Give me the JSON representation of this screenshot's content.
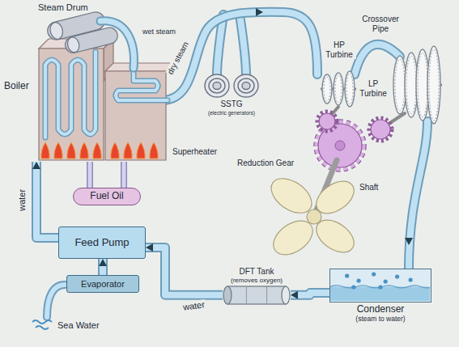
{
  "diagram": {
    "nodes": [
      {
        "text": [
          "Boiler"
        ]
      },
      {
        "text": [
          "Fuel Oil"
        ]
      },
      {
        "text": [
          "Feed Pump"
        ]
      },
      {
        "text": [
          "Evaporator"
        ]
      },
      {
        "text": [
          "DFT Tank",
          "(removes oxygen)"
        ]
      },
      {
        "text": [
          "Condenser",
          "(steam to water)"
        ]
      }
    ],
    "edges": [
      {
        "from": 1,
        "to": 0,
        "arrow": "none"
      },
      {
        "from": 1,
        "to": 0,
        "arrow": "none"
      },
      {
        "from": 5,
        "to": 4,
        "arrow": "to"
      },
      {
        "from": 4,
        "to": 2,
        "label": "water",
        "arrow": "to"
      },
      {
        "from": 3,
        "to": 2,
        "arrow": "to"
      },
      {
        "from": 2,
        "to": 0,
        "label": "water",
        "arrow": "to"
      }
    ],
    "labels": [
      "Steam Drum",
      "wet steam",
      "dry steam",
      "Superheater",
      "SSTG",
      "(electric generators)",
      "HP Turbine",
      "Crossover Pipe",
      "LP Turbine",
      "Reduction Gear",
      "Shaft",
      "Sea Water"
    ]
  }
}
